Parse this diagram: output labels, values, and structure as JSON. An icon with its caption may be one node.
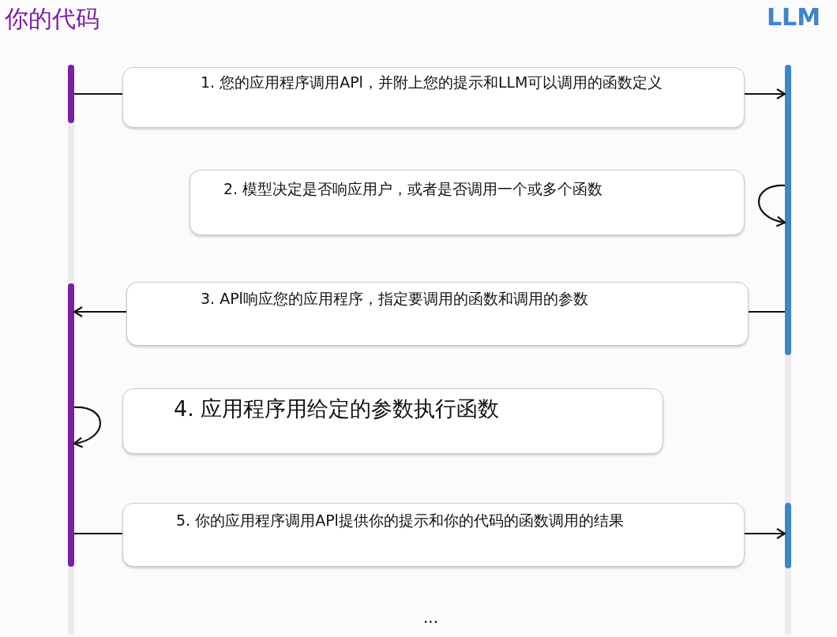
{
  "diagram": {
    "nodes": [
      {
        "text": [
          "你的代码"
        ]
      },
      {
        "text": [
          "LLM"
        ]
      },
      {
        "text": [
          "1. 您的应用程序调用APl，并附上您的提示和LLM可以调用的函数定义"
        ]
      },
      {
        "text": [
          "2. 模型决定是否响应用户，或者是否调用一个或多个函数"
        ]
      },
      {
        "text": [
          "3. APl响应您的应用程序，指定要调用的函数和调用的参数"
        ]
      },
      {
        "text": [
          "4. 应用程序用给定的参数执行函数"
        ]
      },
      {
        "text": [
          "5. 你的应用程序调用APl提供你的提示和你的代码的函数调用的结果"
        ]
      }
    ],
    "edges": [
      {
        "from": 0,
        "to": 2,
        "arrow": "none"
      },
      {
        "from": 2,
        "to": 1,
        "arrow": "to"
      },
      {
        "from": 1,
        "to": 1,
        "arrow": "to"
      },
      {
        "from": 1,
        "to": 4,
        "arrow": "none"
      },
      {
        "from": 4,
        "to": 0,
        "arrow": "to"
      },
      {
        "from": 0,
        "to": 0,
        "arrow": "to"
      },
      {
        "from": 0,
        "to": 6,
        "arrow": "none"
      },
      {
        "from": 6,
        "to": 1,
        "arrow": "to"
      }
    ],
    "labels": [
      "..."
    ]
  }
}
